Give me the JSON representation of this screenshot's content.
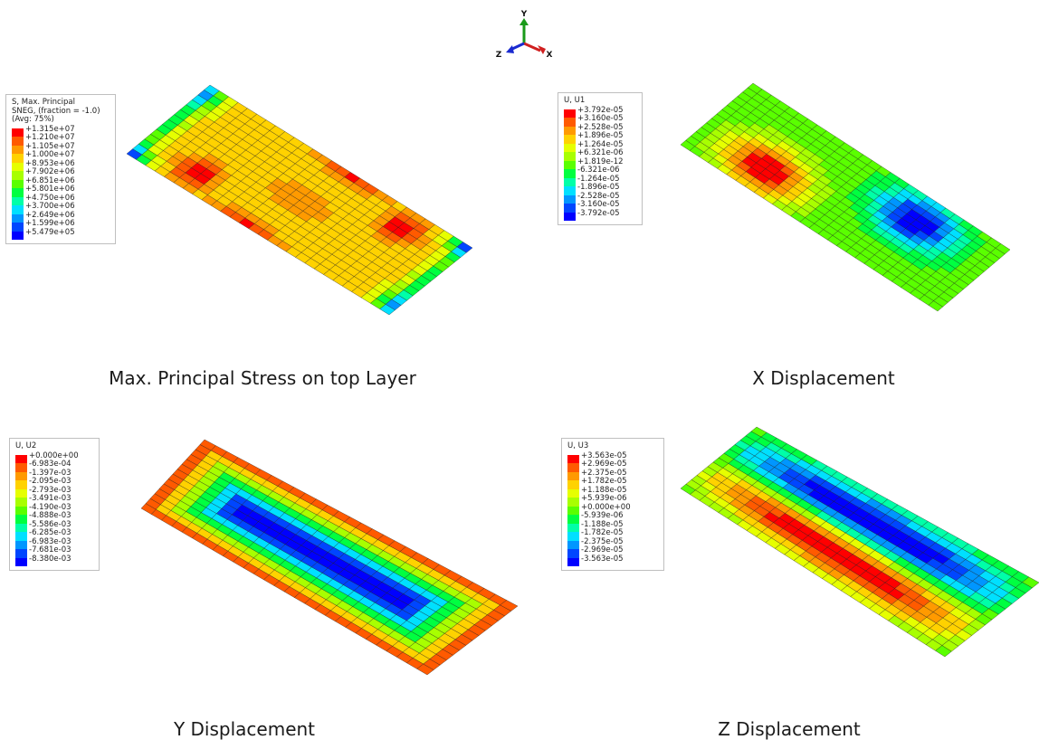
{
  "triad": {
    "x_label": "X",
    "y_label": "Y",
    "z_label": "Z"
  },
  "panels": [
    {
      "caption": "Max. Principal Stress on top Layer",
      "legend_title": [
        "S, Max. Principal",
        "SNEG, (fraction = -1.0)",
        "(Avg: 75%)"
      ],
      "legend_values": [
        "+1.315e+07",
        "+1.210e+07",
        "+1.105e+07",
        "+1.000e+07",
        "+8.953e+06",
        "+7.902e+06",
        "+6.851e+06",
        "+5.801e+06",
        "+4.750e+06",
        "+3.700e+06",
        "+2.649e+06",
        "+1.599e+06",
        "+5.479e+05"
      ]
    },
    {
      "caption": "X Displacement",
      "legend_title": [
        "U, U1"
      ],
      "legend_values": [
        "+3.792e-05",
        "+3.160e-05",
        "+2.528e-05",
        "+1.896e-05",
        "+1.264e-05",
        "+6.321e-06",
        "+1.819e-12",
        "-6.321e-06",
        "-1.264e-05",
        "-1.896e-05",
        "-2.528e-05",
        "-3.160e-05",
        "-3.792e-05"
      ]
    },
    {
      "caption": "Y Displacement",
      "legend_title": [
        "U, U2"
      ],
      "legend_values": [
        "+0.000e+00",
        "-6.983e-04",
        "-1.397e-03",
        "-2.095e-03",
        "-2.793e-03",
        "-3.491e-03",
        "-4.190e-03",
        "-4.888e-03",
        "-5.586e-03",
        "-6.285e-03",
        "-6.983e-03",
        "-7.681e-03",
        "-8.380e-03"
      ]
    },
    {
      "caption": "Z Displacement",
      "legend_title": [
        "U, U3"
      ],
      "legend_values": [
        "+3.563e-05",
        "+2.969e-05",
        "+2.375e-05",
        "+1.782e-05",
        "+1.188e-05",
        "+5.939e-06",
        "+0.000e+00",
        "-5.939e-06",
        "-1.188e-05",
        "-1.782e-05",
        "-2.375e-05",
        "-2.969e-05",
        "-3.563e-05"
      ]
    }
  ],
  "colormap": [
    "#ff0000",
    "#ff5a00",
    "#ff9a00",
    "#ffd200",
    "#e6ff00",
    "#a8ff00",
    "#5aff00",
    "#00ff40",
    "#00ffa8",
    "#00e0ff",
    "#0096ff",
    "#0046ff",
    "#0000ff"
  ],
  "mesh": {
    "cols": 28,
    "rows": 14
  }
}
